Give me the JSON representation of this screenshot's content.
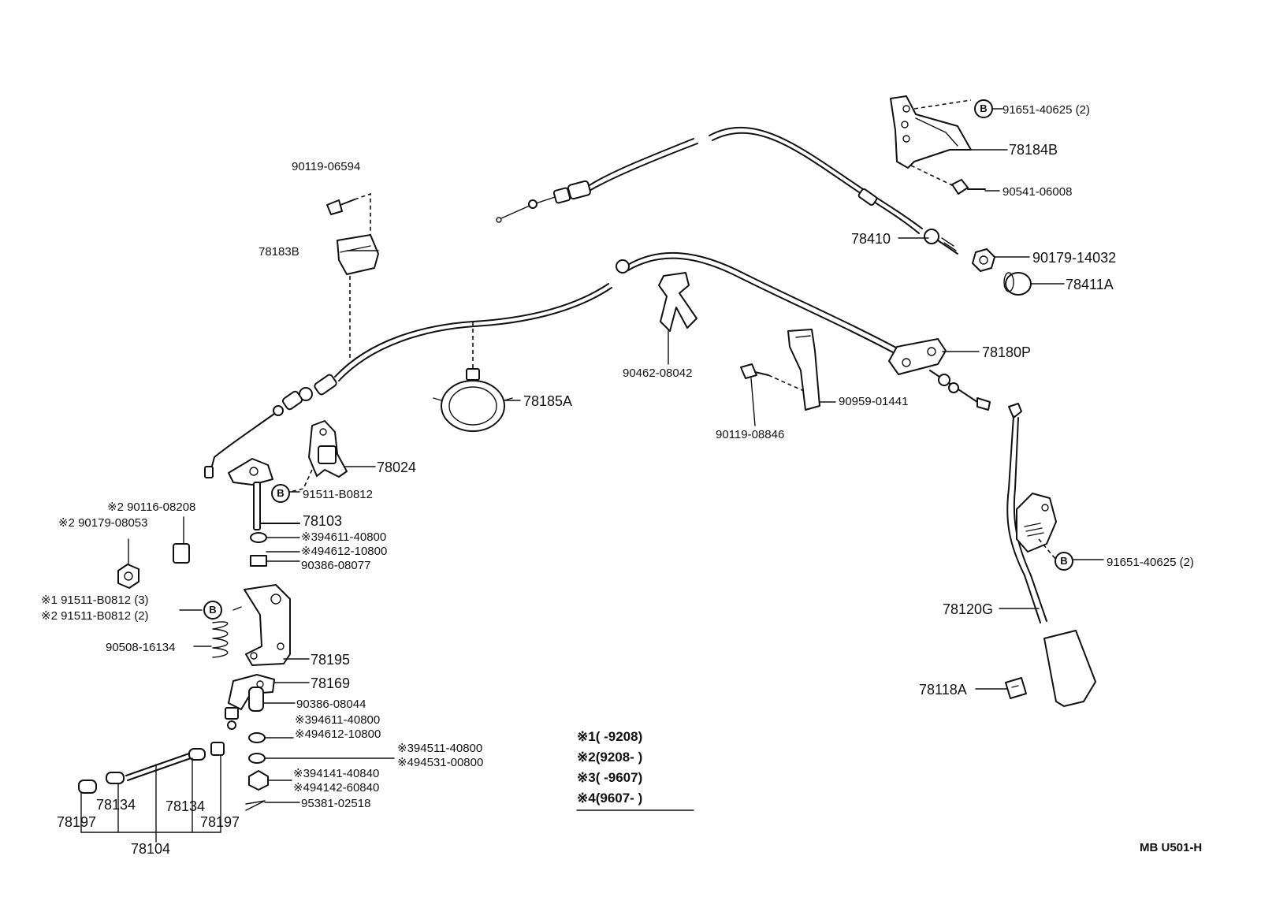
{
  "labels": {
    "p_90119_06594": "90119-06594",
    "p_78183B": "78183B",
    "p_78184B": "78184B",
    "p_91651_40625_top": "91651-40625 (2)",
    "p_90541_06008": "90541-06008",
    "p_78410": "78410",
    "p_90179_14032": "90179-14032",
    "p_78411A": "78411A",
    "p_78180P": "78180P",
    "p_90462_08042": "90462-08042",
    "p_90959_01441": "90959-01441",
    "p_90119_08846": "90119-08846",
    "p_78185A": "78185A",
    "p_78024": "78024",
    "p_91511_B0812": "91511-B0812",
    "p_78103": "78103",
    "p_90116_08208": "※2  90116-08208",
    "p_90179_08053": "※2 90179-08053",
    "p_94611_40800_a": "※394611-40800",
    "p_94612_10800_a": "※494612-10800",
    "p_90386_08077": "90386-08077",
    "p_91511_B0812_3": "※1  91511-B0812 (3)",
    "p_91511_B0812_2": "※2  91511-B0812 (2)",
    "p_90508_16134": "90508-16134",
    "p_78195": "78195",
    "p_78169": "78169",
    "p_90386_08044": "90386-08044",
    "p_94611_40800_b": "※394611-40800",
    "p_94612_10800_b": "※494612-10800",
    "p_94511_40800": "※394511-40800",
    "p_94531_00800": "※494531-00800",
    "p_94141_40840": "※394141-40840",
    "p_94142_60840": "※494142-60840",
    "p_95381_02518": "95381-02518",
    "p_78134_a": "78134",
    "p_78134_b": "78134",
    "p_78197_a": "78197",
    "p_78197_b": "78197",
    "p_78104": "78104",
    "p_91651_40625_right": "91651-40625 (2)",
    "p_78120G": "78120G",
    "p_78118A": "78118A"
  },
  "marker_b": "B",
  "notes": [
    "※1(       -9208)",
    "※2(9208-       )",
    "※3(       -9607)",
    "※4(9607-       )"
  ],
  "diagram_code": "MB  U501-H"
}
